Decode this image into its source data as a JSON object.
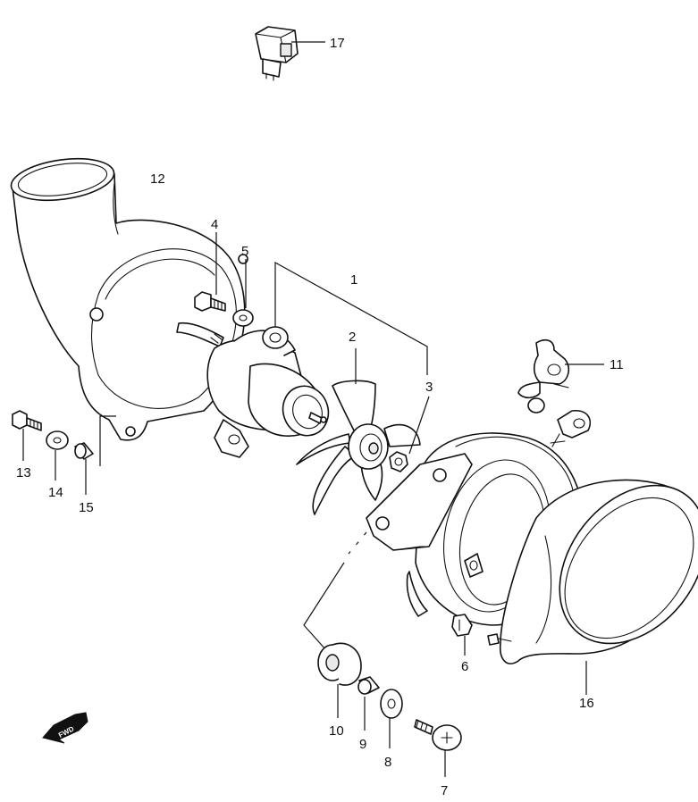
{
  "callouts": {
    "c1": "1",
    "c2": "2",
    "c3": "3",
    "c4": "4",
    "c5": "5",
    "c6": "6",
    "c7": "7",
    "c8": "8",
    "c9": "9",
    "c10": "10",
    "c11": "11",
    "c12": "12",
    "c13": "13",
    "c14": "14",
    "c15": "15",
    "c16": "16",
    "c17": "17"
  },
  "direction": {
    "label": "FWD"
  },
  "icons": {
    "direction_arrow": "arrow-left-down-icon"
  }
}
